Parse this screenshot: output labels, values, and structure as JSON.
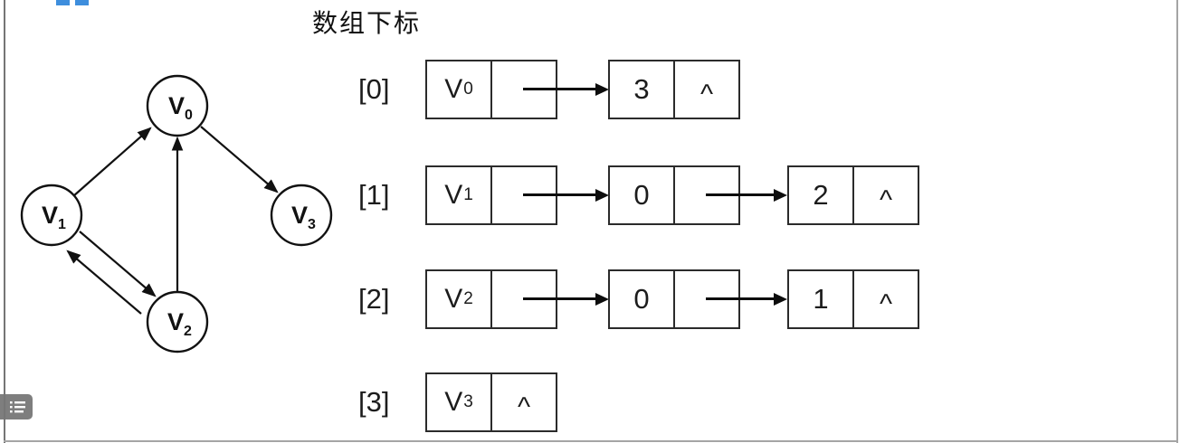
{
  "page": {
    "title": "数组下标"
  },
  "colors": {
    "accent_blue": "#3e8edd",
    "diagram_line": "#111111",
    "toggle_gray": "#7e7e7e"
  },
  "icons": {
    "list_toggle": "bulleted-list-icon",
    "null_pointer_glyph": "^"
  },
  "graph": {
    "nodes": [
      {
        "base": "V",
        "sub": "0"
      },
      {
        "base": "V",
        "sub": "1"
      },
      {
        "base": "V",
        "sub": "2"
      },
      {
        "base": "V",
        "sub": "3"
      }
    ],
    "edges": [
      {
        "from": "V1",
        "to": "V0"
      },
      {
        "from": "V2",
        "to": "V0"
      },
      {
        "from": "V0",
        "to": "V3"
      },
      {
        "from": "V1",
        "to": "V2"
      },
      {
        "from": "V2",
        "to": "V1"
      }
    ]
  },
  "adjacency_list": {
    "rows": [
      {
        "index": "[0]",
        "vertex_base": "V",
        "vertex_sub": "0",
        "vertex_next": "",
        "node1_value": "3",
        "node1_next": "^"
      },
      {
        "index": "[1]",
        "vertex_base": "V",
        "vertex_sub": "1",
        "vertex_next": "",
        "node1_value": "0",
        "node1_next": "",
        "node2_value": "2",
        "node2_next": "^"
      },
      {
        "index": "[2]",
        "vertex_base": "V",
        "vertex_sub": "2",
        "vertex_next": "",
        "node1_value": "0",
        "node1_next": "",
        "node2_value": "1",
        "node2_next": "^"
      },
      {
        "index": "[3]",
        "vertex_base": "V",
        "vertex_sub": "3",
        "vertex_next": "^"
      }
    ]
  }
}
